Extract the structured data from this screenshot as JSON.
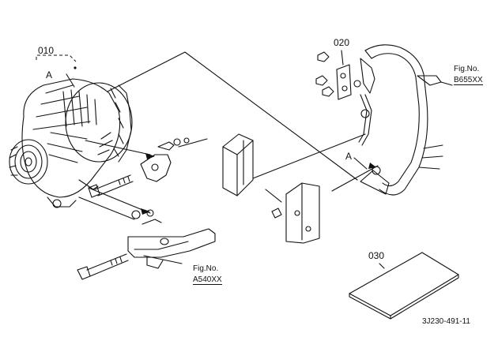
{
  "labels": {
    "part_010": "010",
    "part_020": "020",
    "part_030": "030",
    "ref_a_top": "A",
    "ref_a_mid": "A",
    "fig_no_1": "Fig.No.",
    "fig_b655": "B655XX",
    "fig_no_2": "Fig.No.",
    "fig_a540": "A540XX",
    "drawing_code": "3J230-491-11"
  }
}
